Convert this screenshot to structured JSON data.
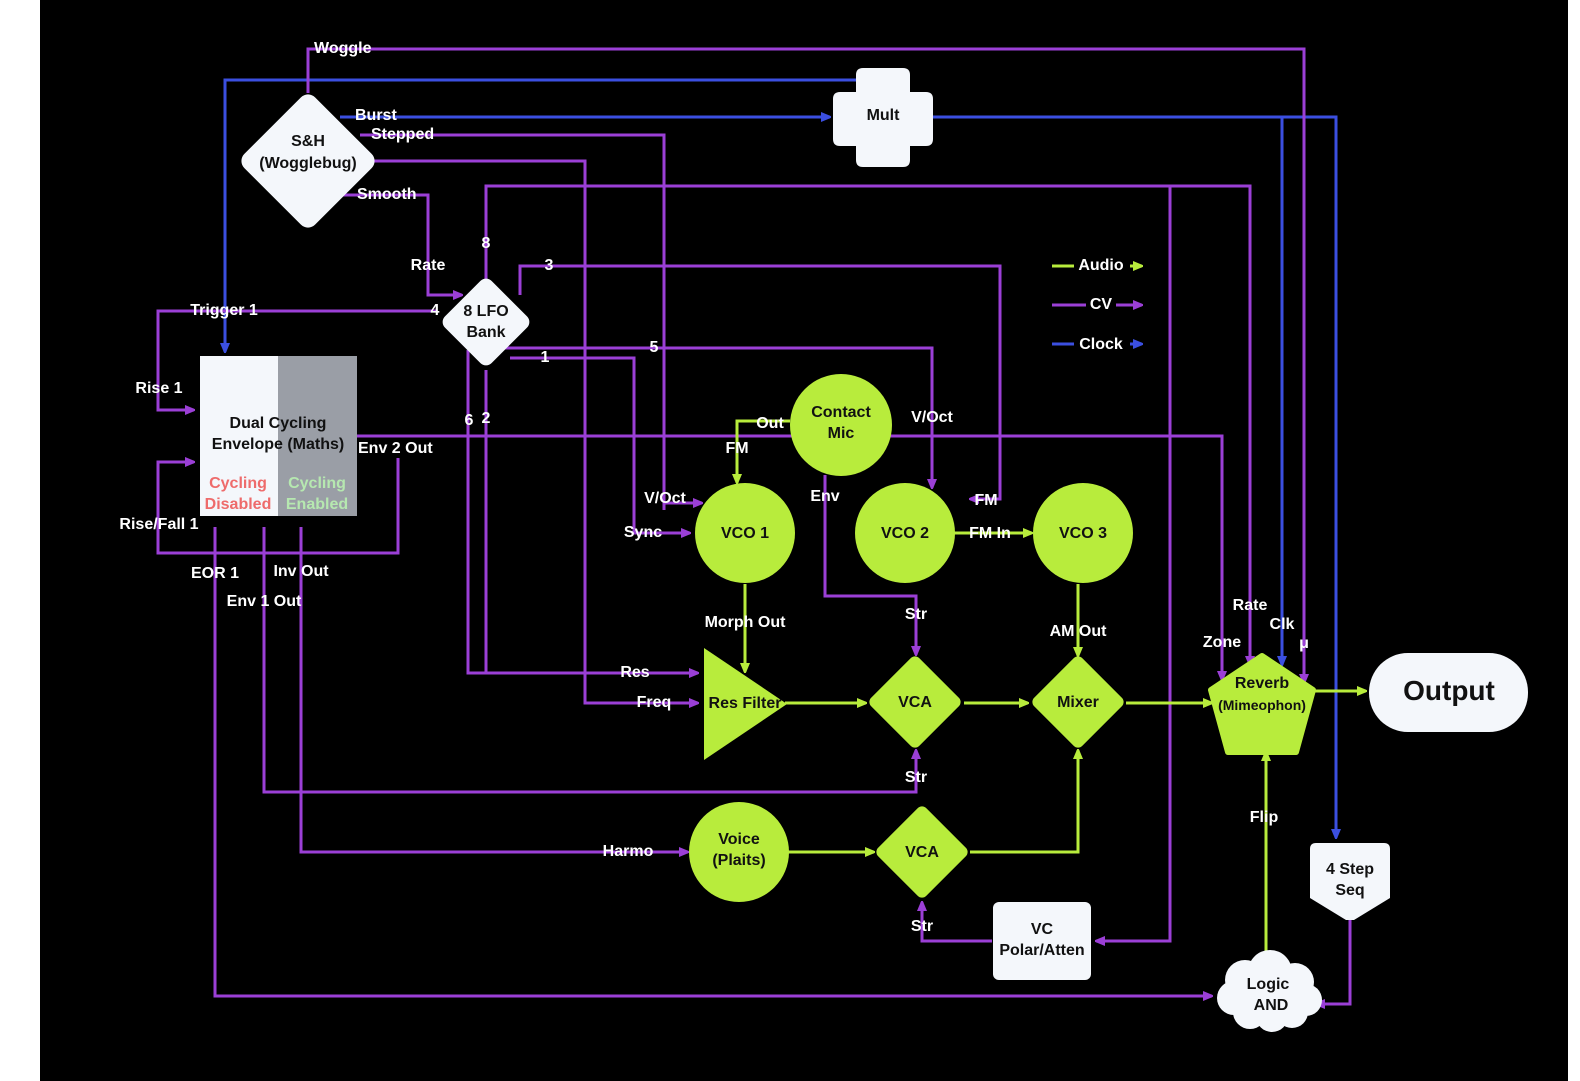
{
  "colors": {
    "audio": "#b8ec3c",
    "cv": "#9b3fd6",
    "clock": "#3b4fe0",
    "background": "#000000",
    "node_white": "#f4f7fb",
    "node_green": "#b8ec3c",
    "node_gray": "#9a9ea6",
    "disabled": "#ee6b6b",
    "enabled": "#b6e8b0"
  },
  "legend": {
    "audio": "Audio",
    "cv": "CV",
    "clock": "Clock"
  },
  "nodes": {
    "sh_line1": "S&H",
    "sh_line2": "(Wogglebug)",
    "mult": "Mult",
    "lfo_line1": "8 LFO",
    "lfo_line2": "Bank",
    "maths_line1": "Dual Cycling",
    "maths_line2": "Envelope (Maths)",
    "cyc_dis_1": "Cycling",
    "cyc_dis_2": "Disabled",
    "cyc_en_1": "Cycling",
    "cyc_en_2": "Enabled",
    "contact_line1": "Contact",
    "contact_line2": "Mic",
    "vco1": "VCO 1",
    "vco2": "VCO 2",
    "vco3": "VCO 3",
    "resfilter": "Res Filter",
    "vca1": "VCA",
    "mixer": "Mixer",
    "reverb_line1": "Reverb",
    "reverb_line2": "(Mimeophon)",
    "output": "Output",
    "voice_line1": "Voice",
    "voice_line2": "(Plaits)",
    "vca2": "VCA",
    "vcpol_line1": "VC",
    "vcpol_line2": "Polar/Atten",
    "step_line1": "4 Step",
    "step_line2": "Seq",
    "logic_line1": "Logic",
    "logic_line2": "AND"
  },
  "labels": {
    "woggle": "Woggle",
    "burst": "Burst",
    "stepped": "Stepped",
    "smooth": "Smooth",
    "rate_lfo": "Rate",
    "lfo8": "8",
    "lfo3": "3",
    "lfo4": "4",
    "lfo5": "5",
    "lfo1": "1",
    "lfo6": "6",
    "lfo2": "2",
    "trigger1": "Trigger 1",
    "rise1": "Rise 1",
    "risefall1": "Rise/Fall 1",
    "env2out": "Env 2 Out",
    "eor1": "EOR 1",
    "invout": "Inv Out",
    "env1out": "Env 1 Out",
    "out": "Out",
    "fm1": "FM",
    "voct1": "V/Oct",
    "sync": "Sync",
    "voct2": "V/Oct",
    "env": "Env",
    "fm2": "FM",
    "fmin": "FM In",
    "morphout": "Morph Out",
    "amout": "AM Out",
    "str1": "Str",
    "str2": "Str",
    "str3": "Str",
    "res": "Res",
    "freq": "Freq",
    "harmo": "Harmo",
    "rate_rev": "Rate",
    "zone": "Zone",
    "clk": "Clk",
    "mu": "μ",
    "flip": "Flip"
  }
}
